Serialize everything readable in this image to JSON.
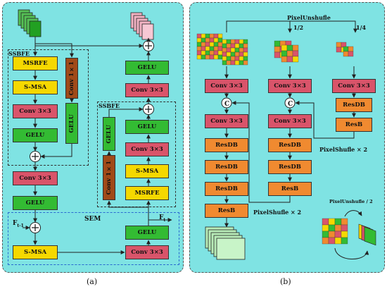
{
  "panel_a": {
    "caption": "(a)",
    "ssbfe_label_1": "SSBFE",
    "ssbfe_label_2": "SSBFE",
    "sem_label": "SEM",
    "f_in_label": "F",
    "f_in_sub": "t-1",
    "f_out_label": "F",
    "f_out_sub": "t",
    "blocks": {
      "msrfe_1": "MSRFE",
      "smsa_1": "S-MSA",
      "conv3_1": "Conv  3×3",
      "gelu_1": "GELU",
      "conv1_1": "Conv 1×1",
      "gelu_side_1": "GELU",
      "conv3_2": "Conv  3×3",
      "gelu_2": "GELU",
      "smsa_sem": "S-MSA",
      "conv3_sem": "Conv  3×3",
      "gelu_sem": "GELU",
      "gelu_top_r": "GELU",
      "conv3_top_r": "Conv  3×3",
      "gelu_r2": "GELU",
      "conv3_r2": "Conv  3×3",
      "smsa_r2": "S-MSA",
      "msrfe_r2": "MSRFE",
      "gelu_side_r2": "GELU",
      "conv1_r2": "Conv 1×1"
    }
  },
  "panel_b": {
    "caption": "(b)",
    "pixel_unshuffle": "PixelUnshufle",
    "scale_half": "1/2",
    "scale_quarter": "1/4",
    "pixel_shuffle_x2_a": "PixelShufle × 2",
    "pixel_shuffle_x2_b": "PixelShufle × 2",
    "inset_label": "PixelUnshufle / 2",
    "concat_symbol": "C",
    "col1": [
      "Conv  3×3",
      "Conv  3×3",
      "ResDB",
      "ResDB",
      "ResDB",
      "ResB"
    ],
    "col2": [
      "Conv  3×3",
      "Conv  3×3",
      "ResDB",
      "ResDB",
      "ResB"
    ],
    "col3": [
      "Conv  3×3",
      "ResDB",
      "ResB"
    ]
  },
  "colors": {
    "panel_bg": "#7fe3e3",
    "conv": "#d9546a",
    "attention": "#f5d800",
    "gelu": "#33bb33",
    "resblock": "#f08a30",
    "conv1x1": "#a04a18"
  }
}
